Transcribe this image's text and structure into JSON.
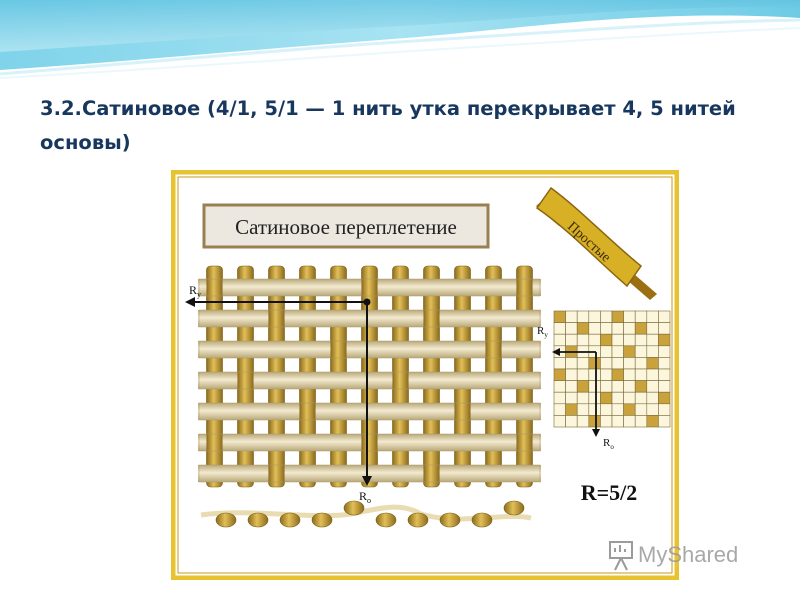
{
  "slide": {
    "title": "3.2.Сатиновое (4/1, 5/1 — 1 нить утка перекрывает 4, 5 нитей основы)"
  },
  "figure": {
    "plaque_title": "Сатиновое переплетение",
    "ribbon_label": "Простые",
    "label_ry": "R",
    "label_ry_sub": "у",
    "label_ro": "R",
    "label_ro_sub": "о",
    "formula": "R=5/2",
    "satin_repeat": 5,
    "satin_shift": 2,
    "grid_size": 10,
    "colors": {
      "frame_gold": "#e8c330",
      "thread_gold": "#c9a23b",
      "thread_cream": "#e9dcb3",
      "cell_filled": "#c9a23b",
      "cell_empty": "#fbf6dc",
      "arrow": "#111111"
    }
  },
  "watermark": {
    "text": "MyShared"
  }
}
